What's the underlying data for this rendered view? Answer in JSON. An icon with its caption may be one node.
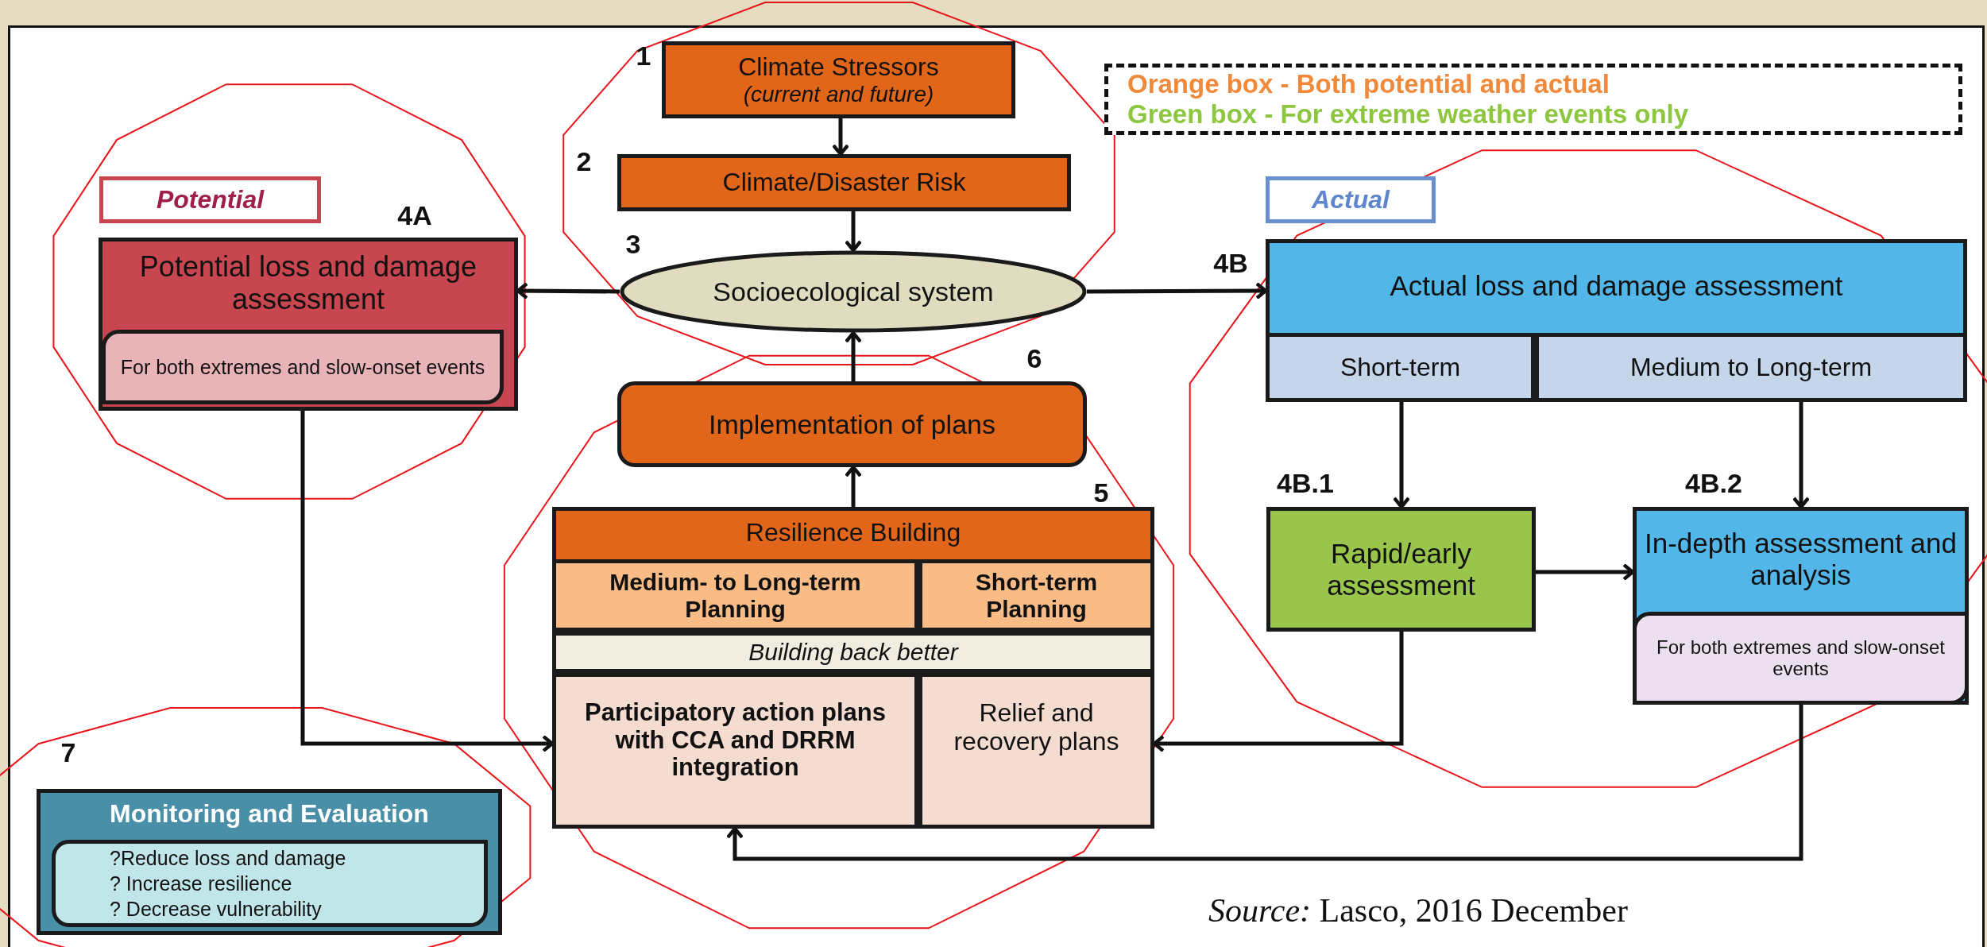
{
  "diagram": {
    "nodes": [
      {
        "text": [
          "Climate Stressors",
          "(current and future)"
        ],
        "beside": [
          "1"
        ]
      },
      {
        "text": [
          "Climate/Disaster Risk"
        ],
        "beside": [
          "2"
        ]
      },
      {
        "text": [
          "Potential"
        ]
      },
      {
        "text": [
          "Actual"
        ]
      },
      {
        "text": [
          "Potential loss and damage assessment"
        ],
        "beside": [
          "4A"
        ]
      },
      {
        "text": [
          "For both extremes and slow-onset events"
        ],
        "in": 4
      },
      {
        "text": [
          "Socioecological system"
        ],
        "beside": [
          "3"
        ]
      },
      {
        "text": [
          "Actual loss and damage assessment"
        ],
        "beside": [
          "4B"
        ]
      },
      {
        "text": [
          "Short-term"
        ],
        "in": 7
      },
      {
        "text": [
          "Medium to Long-term"
        ],
        "in": 7
      },
      {
        "text": [
          "Implementation of plans"
        ],
        "beside": [
          "6"
        ]
      },
      {
        "text": [
          "Resilience Building"
        ],
        "beside": [
          "5"
        ]
      },
      {
        "text": [
          "Medium- to Long-term Planning"
        ],
        "in": 11
      },
      {
        "text": [
          "Short-term Planning"
        ],
        "in": 11
      },
      {
        "text": [
          "Building back better"
        ],
        "in": 11
      },
      {
        "text": [
          "Participatory action plans with CCA and DRRM integration"
        ],
        "in": 11
      },
      {
        "text": [
          "Relief and recovery plans"
        ],
        "in": 11
      },
      {
        "text": [
          "Rapid/early assessment"
        ],
        "beside": [
          "4B.1"
        ]
      },
      {
        "text": [
          "In-depth assessment and analysis"
        ],
        "beside": [
          "4B.2"
        ]
      },
      {
        "text": [
          "For both extremes and slow-onset events"
        ],
        "in": 18
      },
      {
        "text": [
          "Monitoring and Evaluation"
        ],
        "beside": [
          "7"
        ]
      },
      {
        "text": [
          "?Reduce loss and damage",
          "? Increase resilience",
          "? Decrease vulnerability"
        ],
        "in": 20
      }
    ],
    "edges": [
      {
        "from": 0,
        "to": 1,
        "arrow": "to"
      },
      {
        "from": 1,
        "to": 6,
        "arrow": "to"
      },
      {
        "from": 6,
        "to": 4,
        "arrow": "to"
      },
      {
        "from": 6,
        "to": 7,
        "arrow": "to"
      },
      {
        "from": 10,
        "to": 6,
        "arrow": "to"
      },
      {
        "from": 11,
        "to": 10,
        "arrow": "to"
      },
      {
        "from": 8,
        "to": 17,
        "arrow": "to"
      },
      {
        "from": 9,
        "to": 18,
        "arrow": "to"
      },
      {
        "from": 17,
        "to": 18,
        "arrow": "to"
      },
      {
        "from": 5,
        "to": 15,
        "arrow": "to"
      },
      {
        "from": 17,
        "to": 16,
        "arrow": "to"
      },
      {
        "from": 19,
        "to": 15,
        "arrow": "to"
      }
    ],
    "labels": [
      "*Source:* Lasco, 2016 December"
    ],
    "legend": [
      {
        "text": "Orange box - Both potential and actual",
        "color": "#f08a3a"
      },
      {
        "text": "Green box - For extreme weather events only",
        "color": "#8dc63f"
      }
    ]
  }
}
